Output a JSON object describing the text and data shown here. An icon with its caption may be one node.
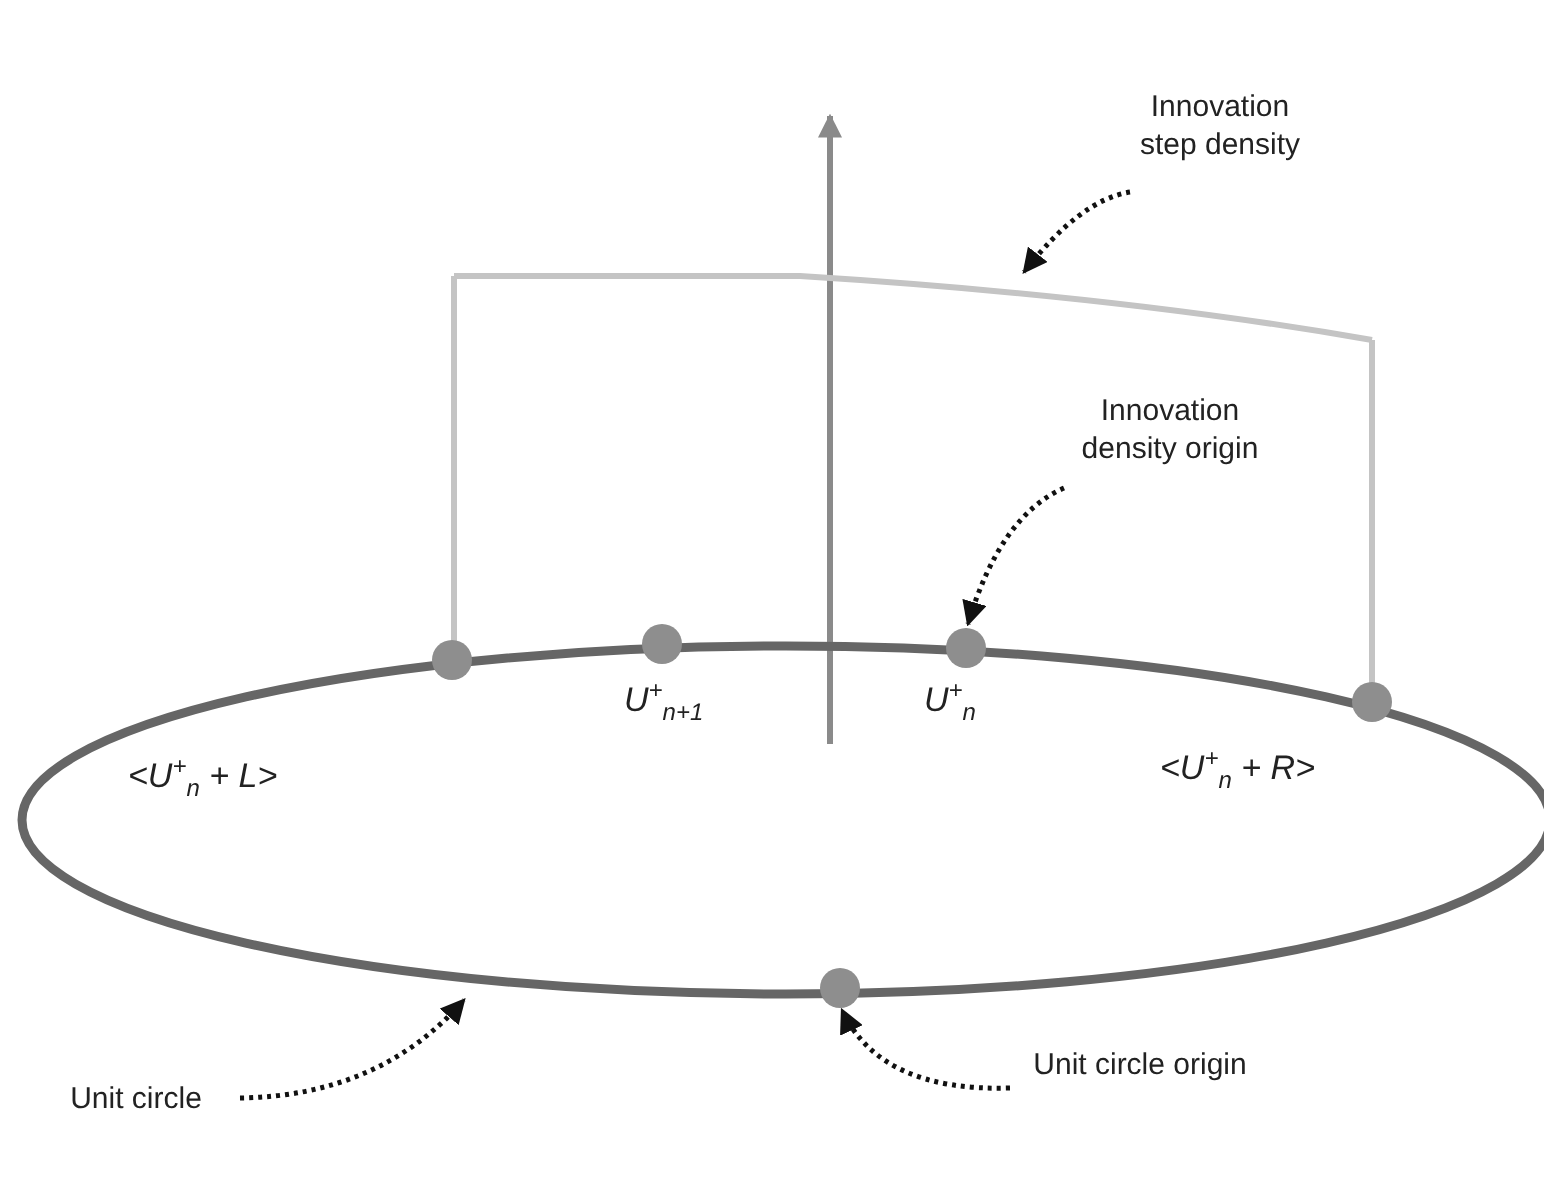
{
  "diagram": {
    "nodes": [
      {
        "text": [
          "Innovation step density"
        ]
      },
      {
        "text": [],
        "shape": "line"
      },
      {
        "text": [
          "Innovation density origin"
        ]
      },
      {
        "text": [],
        "shape": "circle"
      },
      {
        "text": [
          "Unit circle"
        ]
      },
      {
        "text": [],
        "shape": "ellipse"
      },
      {
        "text": [
          "Unit circle origin"
        ]
      },
      {
        "text": [],
        "shape": "circle"
      }
    ],
    "edges": [
      {
        "from": 0,
        "to": 1,
        "arrow": "to",
        "style": "dashed"
      },
      {
        "from": 2,
        "to": 3,
        "arrow": "to",
        "style": "dashed"
      },
      {
        "from": 4,
        "to": 5,
        "arrow": "to",
        "style": "dashed"
      },
      {
        "from": 6,
        "to": 7,
        "arrow": "to",
        "style": "dashed"
      }
    ],
    "labels": [
      "U$^{+}$$_{n+1}$",
      "U$^{+}$$_{n}$",
      "<U$^{+}$$_{n}$ + L>",
      "<U$^{+}$$_{n}$ + R>"
    ]
  }
}
